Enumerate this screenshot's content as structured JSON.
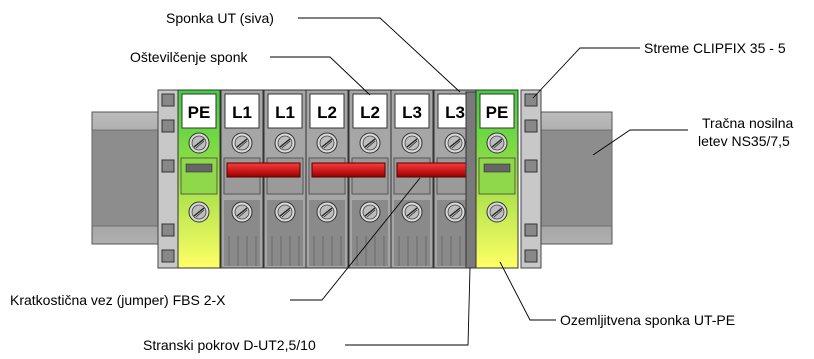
{
  "diagram": {
    "terminal_labels": [
      "PE",
      "L1",
      "L1",
      "L2",
      "L2",
      "L3",
      "L3",
      "PE"
    ],
    "callouts": {
      "sponka_ut": "Sponka UT (siva)",
      "ostevilcenje": "Oštevilčenje sponk",
      "streme": "Streme CLIPFIX 35 - 5",
      "tracna_line1": "Tračna nosilna",
      "tracna_line2": "letev NS35/7,5",
      "kratkosticna": "Kratkostična vez (jumper) FBS 2-X",
      "ozemljitvena": "Ozemljitvena sponka UT-PE",
      "stranski": "Stranski pokrov D-UT2,5/10"
    },
    "colors": {
      "gray_terminal": "#a6a6a6",
      "gray_dark": "#6f6f6f",
      "pe_green": "#33cc33",
      "pe_yellow": "#ffff66",
      "jumper_red": "#cc0000",
      "rail": "#9a9a9a"
    }
  }
}
